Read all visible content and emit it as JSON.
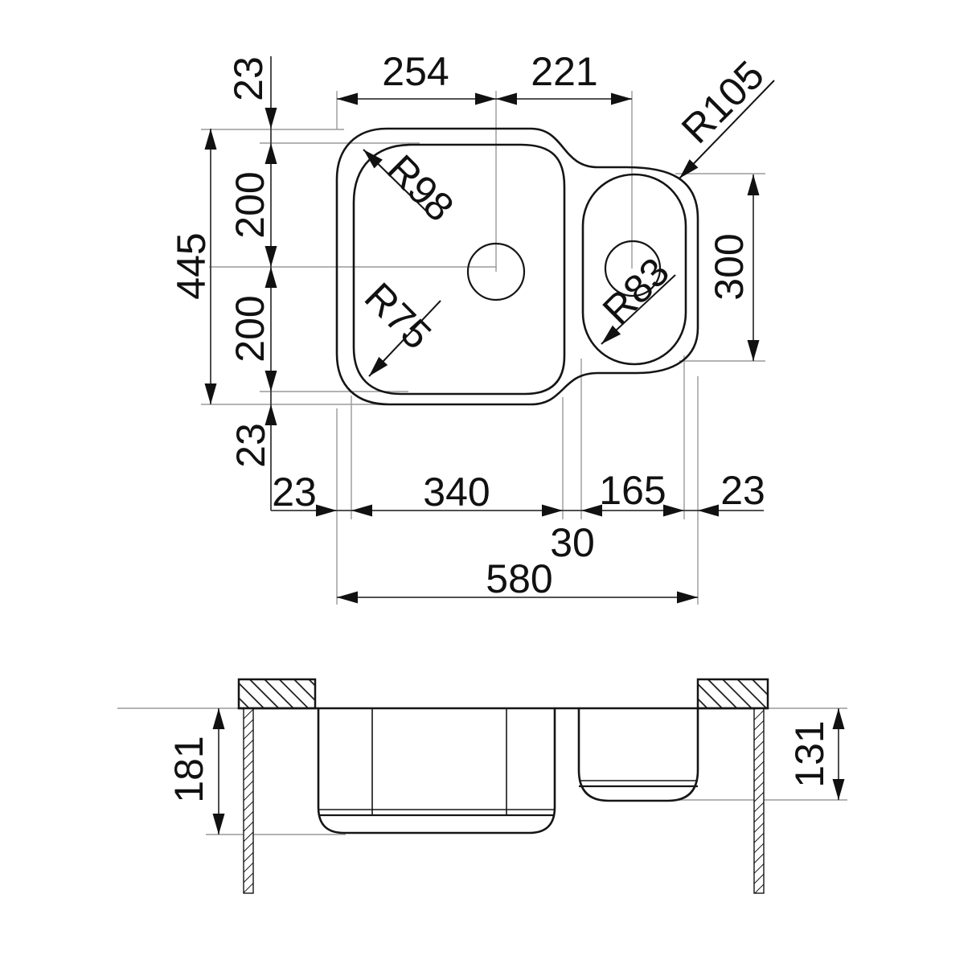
{
  "drawing": {
    "plan": {
      "top_rim": "23",
      "width_left": "254",
      "width_right": "221",
      "radius_outer": "R105",
      "height_overall": "445",
      "height_upper": "200",
      "height_lower": "200",
      "bottom_rim_vertical": "23",
      "radius_main_top": "R98",
      "radius_main_bottom": "R75",
      "radius_small": "R83",
      "small_bowl_height": "300",
      "left_rim": "23",
      "main_width": "340",
      "divider": "30",
      "small_width": "165",
      "right_rim": "23",
      "overall_width": "580"
    },
    "section": {
      "main_depth": "181",
      "small_depth": "131"
    }
  }
}
